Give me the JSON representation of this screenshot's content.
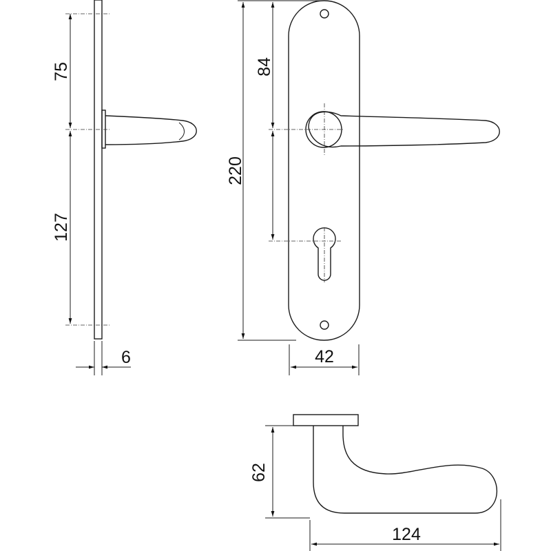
{
  "title": "Lever handle on long plate - dimension drawing",
  "dimensions": {
    "upper_to_center": "75",
    "center_to_lower": "127",
    "plate_thickness": "6",
    "top_to_center": "84",
    "plate_height": "220",
    "plate_width": "42",
    "lever_depth": "62",
    "lever_length": "124"
  }
}
